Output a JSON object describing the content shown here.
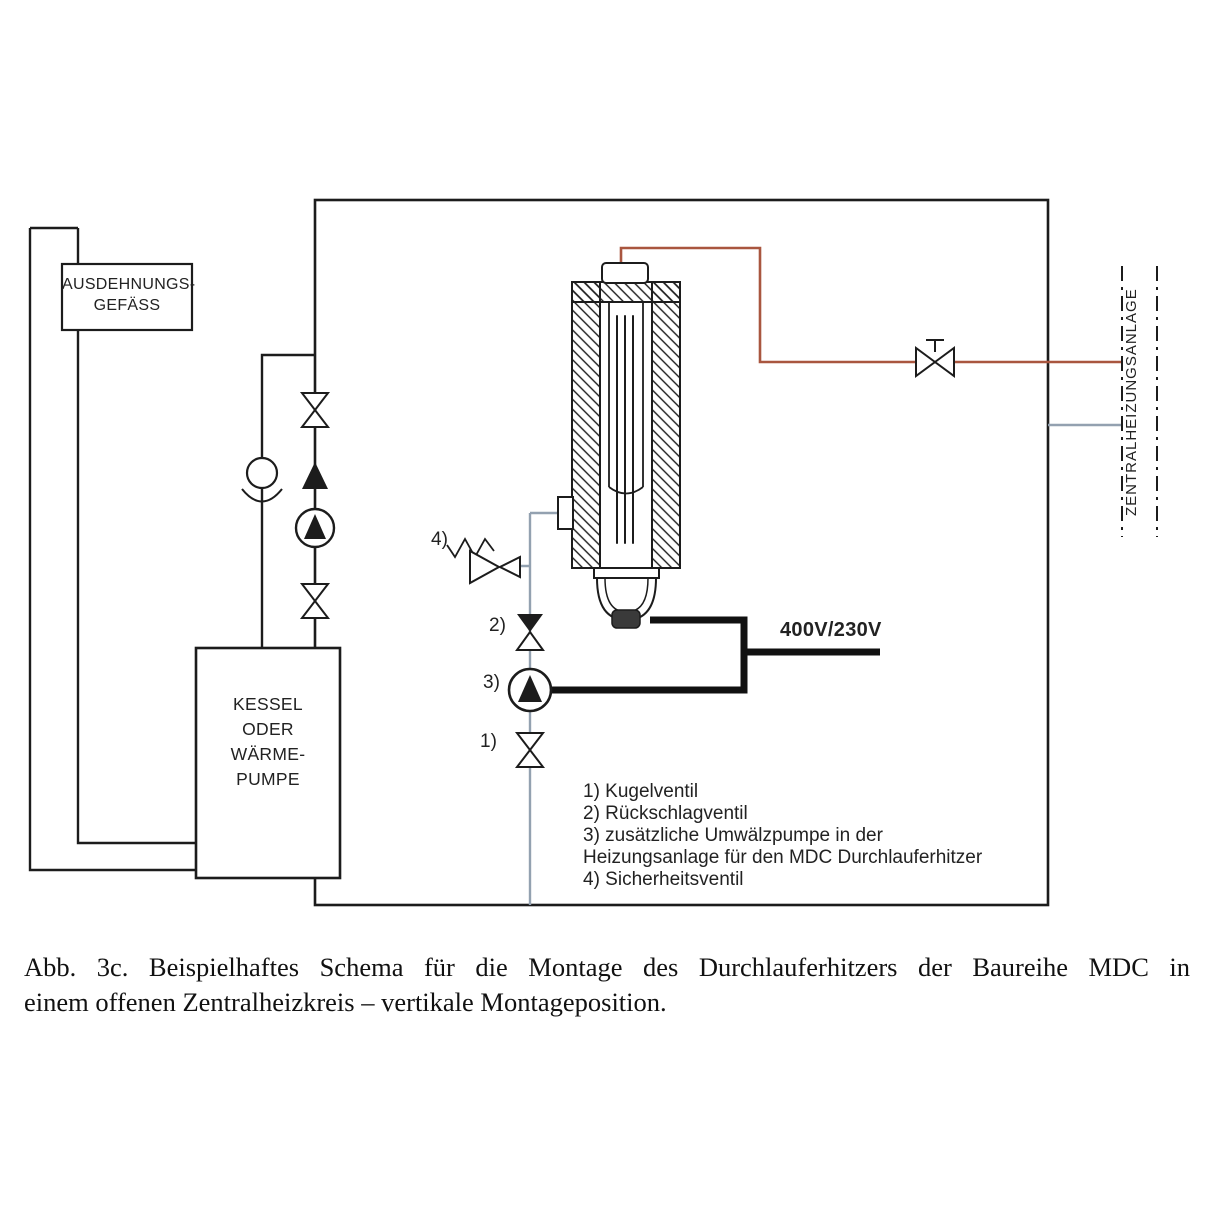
{
  "diagram": {
    "expansion_vessel": {
      "line1": "AUSDEHNUNGS-",
      "line2": "GEFÄSS"
    },
    "boiler": {
      "line1": "KESSEL",
      "line2": "ODER",
      "line3": "WÄRME-",
      "line4": "PUMPE"
    },
    "central_heating_label": "ZENTRALHEIZUNGSANLAGE",
    "voltage_label": "400V/230V",
    "markers": {
      "m1": "1)",
      "m2": "2)",
      "m3": "3)",
      "m4": "4)"
    },
    "legend": {
      "items": [
        "1) Kugelventil",
        "2) Rückschlagventil",
        "3) zusätzliche Umwälzpumpe in der",
        "Heizungsanlage für den MDC Durchlauferhitzer",
        "4) Sicherheitsventil"
      ]
    },
    "colors": {
      "line": "#1c1c1c",
      "hot_pipe": "#a9563f",
      "cold_pipe": "#93a1b0",
      "cable": "#111111",
      "background": "#ffffff"
    }
  },
  "caption": {
    "line1": "Abb. 3c. Beispielhaftes Schema für die Montage des Durchlauferhitzers der Baureihe MDC in",
    "line2": "einem offenen Zentralheizkreis – vertikale Montageposition."
  }
}
